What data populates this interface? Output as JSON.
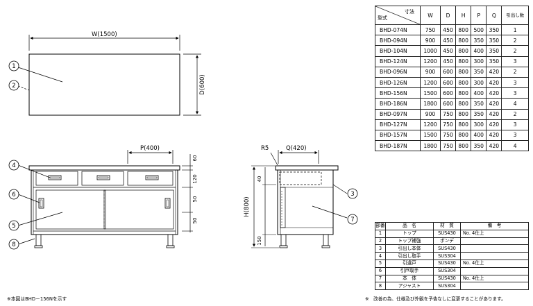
{
  "dimensions": {
    "width": "W(1500)",
    "depth": "D(600)",
    "pitch": "P(400)",
    "q_dim": "Q(420)",
    "radius": "R5",
    "height": "H(800)",
    "front_right": [
      "60",
      "120",
      "50",
      "50"
    ],
    "side_left": [
      "40",
      "150"
    ]
  },
  "callouts": [
    "1",
    "2",
    "3",
    "4",
    "5",
    "6",
    "7",
    "8"
  ],
  "spec_table": {
    "header_dim": "寸法",
    "header_model": "型式",
    "columns": [
      "W",
      "D",
      "H",
      "P",
      "Q",
      "引出し数"
    ],
    "rows": [
      [
        "BHD-074N",
        "750",
        "450",
        "800",
        "500",
        "350",
        "1"
      ],
      [
        "BHD-094N",
        "900",
        "450",
        "800",
        "350",
        "350",
        "2"
      ],
      [
        "BHD-104N",
        "1000",
        "450",
        "800",
        "400",
        "350",
        "2"
      ],
      [
        "BHD-124N",
        "1200",
        "450",
        "800",
        "300",
        "350",
        "3"
      ],
      [
        "BHD-096N",
        "900",
        "600",
        "800",
        "350",
        "420",
        "2"
      ],
      [
        "BHD-126N",
        "1200",
        "600",
        "800",
        "300",
        "420",
        "3"
      ],
      [
        "BHD-156N",
        "1500",
        "600",
        "800",
        "400",
        "420",
        "3"
      ],
      [
        "BHD-186N",
        "1800",
        "600",
        "800",
        "350",
        "420",
        "4"
      ],
      [
        "BHD-097N",
        "900",
        "750",
        "800",
        "350",
        "420",
        "2"
      ],
      [
        "BHD-127N",
        "1200",
        "750",
        "800",
        "300",
        "420",
        "3"
      ],
      [
        "BHD-157N",
        "1500",
        "750",
        "800",
        "400",
        "420",
        "3"
      ],
      [
        "BHD-187N",
        "1800",
        "750",
        "800",
        "350",
        "420",
        "4"
      ]
    ]
  },
  "parts_table": {
    "columns": [
      "部番",
      "品　名",
      "材　質",
      "備　考"
    ],
    "rows": [
      [
        "1",
        "トップ",
        "SUS430",
        "No. 4仕上"
      ],
      [
        "2",
        "トップ補強",
        "ボンデ",
        ""
      ],
      [
        "3",
        "引出し本体",
        "SUS430",
        ""
      ],
      [
        "4",
        "引出し取手",
        "SUS304",
        ""
      ],
      [
        "5",
        "引違戸",
        "SUS430",
        "No. 4仕上"
      ],
      [
        "6",
        "引戸取手",
        "SUS304",
        ""
      ],
      [
        "7",
        "本　体",
        "SUS430",
        "No. 4仕上"
      ],
      [
        "8",
        "アジャスト",
        "SUS304",
        ""
      ]
    ]
  },
  "notes": {
    "left": "※本図はBHD－156Nを示す",
    "right": "※　改善の為、仕様及び外観を予告なしに変更することがあります。"
  }
}
